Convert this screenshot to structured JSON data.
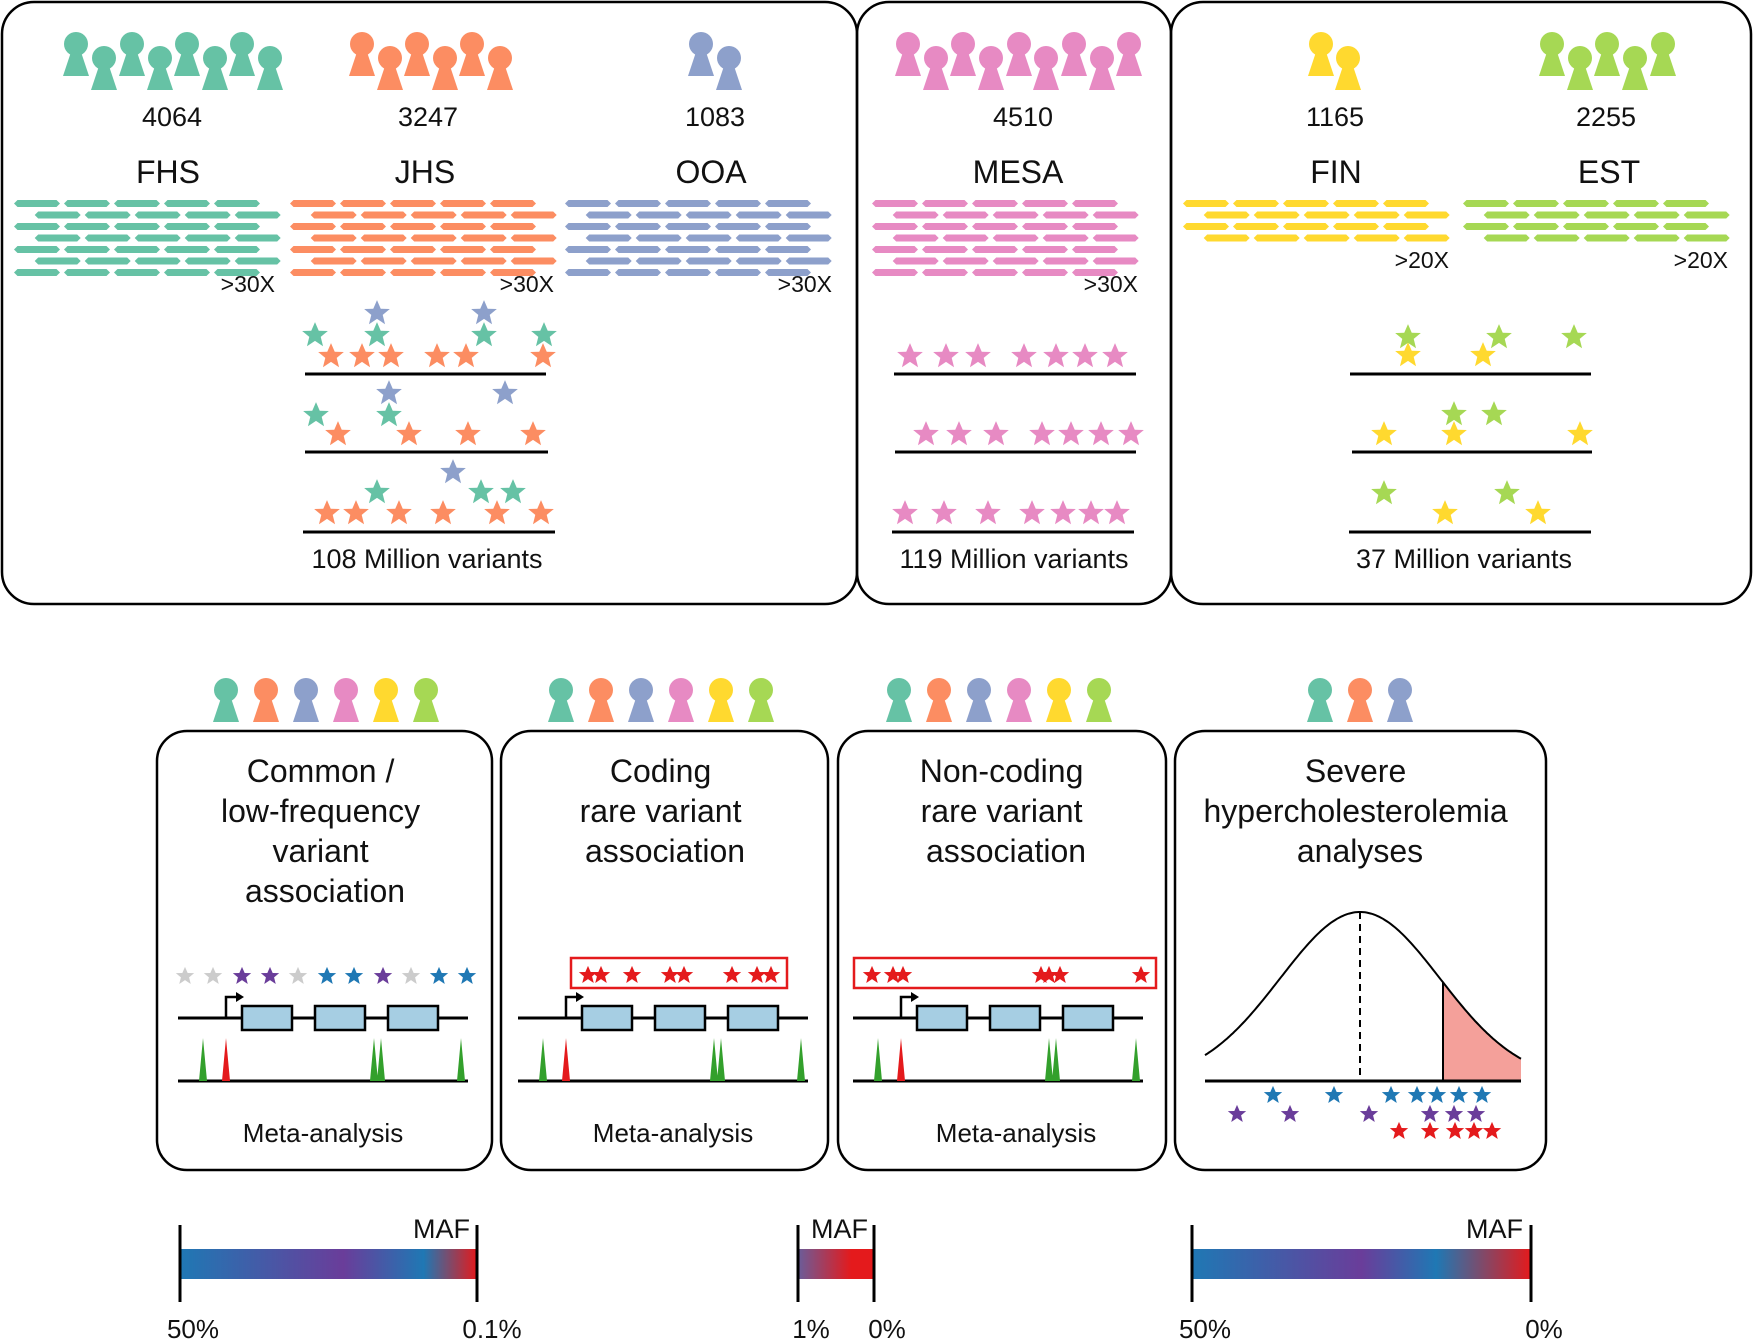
{
  "colors": {
    "FHS": "#66c2a5",
    "JHS": "#fc8d62",
    "OOA": "#8da0cb",
    "MESA": "#e78ac3",
    "FIN": "#ffd92f",
    "EST": "#a6d854",
    "variant_red": "#e41a1c",
    "variant_purple": "#6a3d9a",
    "variant_blue": "#1f78b4",
    "variant_grey": "#cccccc",
    "exon": "#a6cee3",
    "peak_green": "#33a02c",
    "tail_fill": "#f4a09a"
  },
  "cohorts": [
    {
      "id": "FHS",
      "count": "4064",
      "name": "FHS",
      "coverage": ">30X"
    },
    {
      "id": "JHS",
      "count": "3247",
      "name": "JHS",
      "coverage": ">30X"
    },
    {
      "id": "OOA",
      "count": "1083",
      "name": "OOA",
      "coverage": ">30X"
    },
    {
      "id": "MESA",
      "count": "4510",
      "name": "MESA",
      "coverage": ">30X"
    },
    {
      "id": "FIN",
      "count": "1165",
      "name": "FIN",
      "coverage": ">20X"
    },
    {
      "id": "EST",
      "count": "2255",
      "name": "EST",
      "coverage": ">20X"
    }
  ],
  "variant_totals": [
    "108 Million variants",
    "119 Million variants",
    "37 Million variants"
  ],
  "analyses": [
    {
      "title": [
        "Common /",
        "low-frequency",
        "variant",
        "association"
      ],
      "footer": "Meta-analysis"
    },
    {
      "title": [
        "Coding",
        "rare variant",
        "association"
      ],
      "footer": "Meta-analysis"
    },
    {
      "title": [
        "Non-coding",
        "rare variant",
        "association"
      ],
      "footer": "Meta-analysis"
    },
    {
      "title": [
        "Severe",
        "hypercholesterolemia",
        "analyses"
      ],
      "footer": ""
    }
  ],
  "maf_scales": [
    {
      "label": "MAF",
      "left": "50%",
      "right": "0.1%"
    },
    {
      "label": "MAF",
      "left": "1%",
      "right": "0%"
    },
    {
      "label": "MAF",
      "left": "50%",
      "right": "0%"
    }
  ]
}
